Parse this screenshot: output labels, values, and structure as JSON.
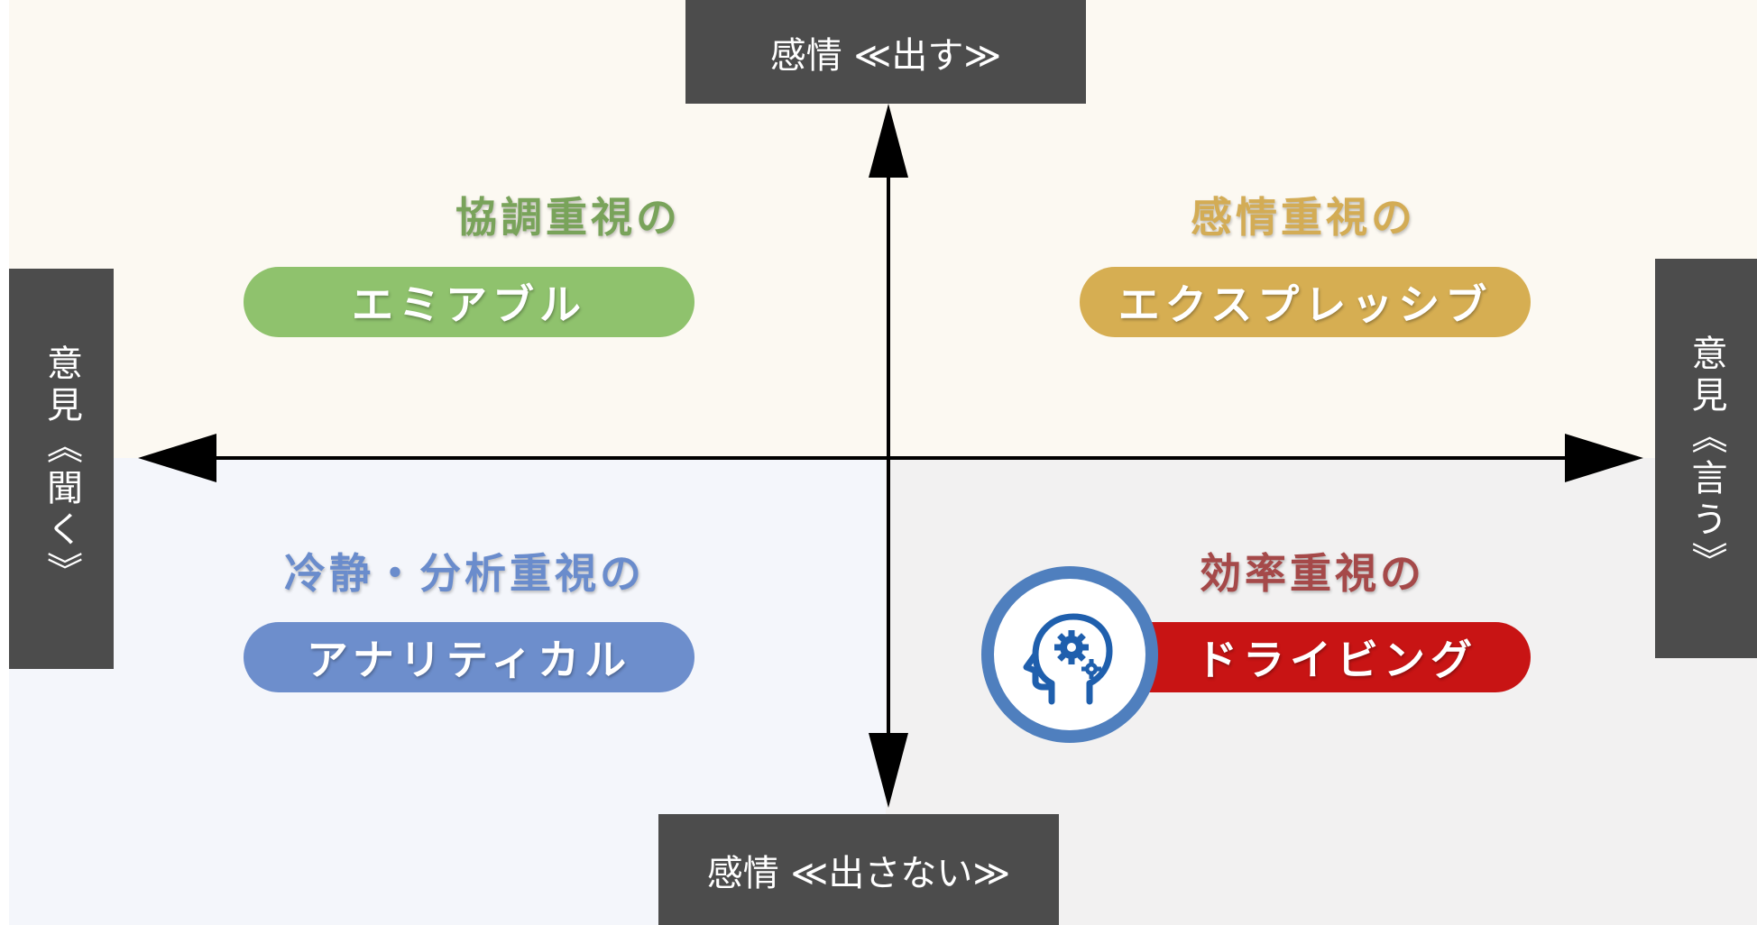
{
  "axes": {
    "top": "感情 ≪出す≫",
    "bottom": "感情 ≪出さない≫",
    "left": "意見《聞く》",
    "right": "意見《言う》"
  },
  "quadrants": {
    "top_left": {
      "heading": "協調重視の",
      "type": "エミアブル",
      "color": "#8fc26d"
    },
    "top_right": {
      "heading": "感情重視の",
      "type": "エクスプレッシブ",
      "color": "#d6ae52"
    },
    "bottom_left": {
      "heading": "冷静・分析重視の",
      "type": "アナリティカル",
      "color": "#6d8ecc"
    },
    "bottom_right": {
      "heading": "効率重視の",
      "type": "ドライビング",
      "color": "#c81414",
      "icon": "head-gears-icon"
    }
  }
}
